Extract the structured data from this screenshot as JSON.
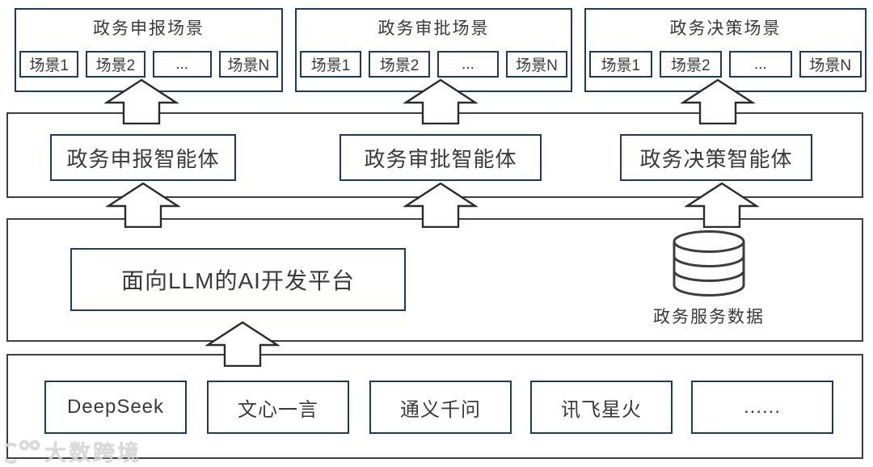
{
  "colors": {
    "box_border_navy": "#1f3a5f",
    "band_border_dark": "#3f3f3f",
    "text": "#3a3a3a",
    "arrow_outline": "#2b2b2b",
    "watermark_gray": "#d4d4d4"
  },
  "scenario_groups": [
    {
      "title": "政务申报场景",
      "items": [
        "场景1",
        "场景2",
        "...",
        "场景N"
      ]
    },
    {
      "title": "政务审批场景",
      "items": [
        "场景1",
        "场景2",
        "...",
        "场景N"
      ]
    },
    {
      "title": "政务决策场景",
      "items": [
        "场景1",
        "场景2",
        "...",
        "场景N"
      ]
    }
  ],
  "agents": [
    {
      "label": "政务申报智能体"
    },
    {
      "label": "政务审批智能体"
    },
    {
      "label": "政务决策智能体"
    }
  ],
  "platform": {
    "label": "面向LLM的AI开发平台"
  },
  "database": {
    "icon": "database-cylinder-icon",
    "label": "政务服务数据"
  },
  "models": [
    {
      "label": "DeepSeek"
    },
    {
      "label": "文心一言"
    },
    {
      "label": "通义千问"
    },
    {
      "label": "讯飞星火"
    },
    {
      "label": "......"
    }
  ],
  "watermark": {
    "logo": "circles-logo",
    "text": "大数跨境"
  }
}
